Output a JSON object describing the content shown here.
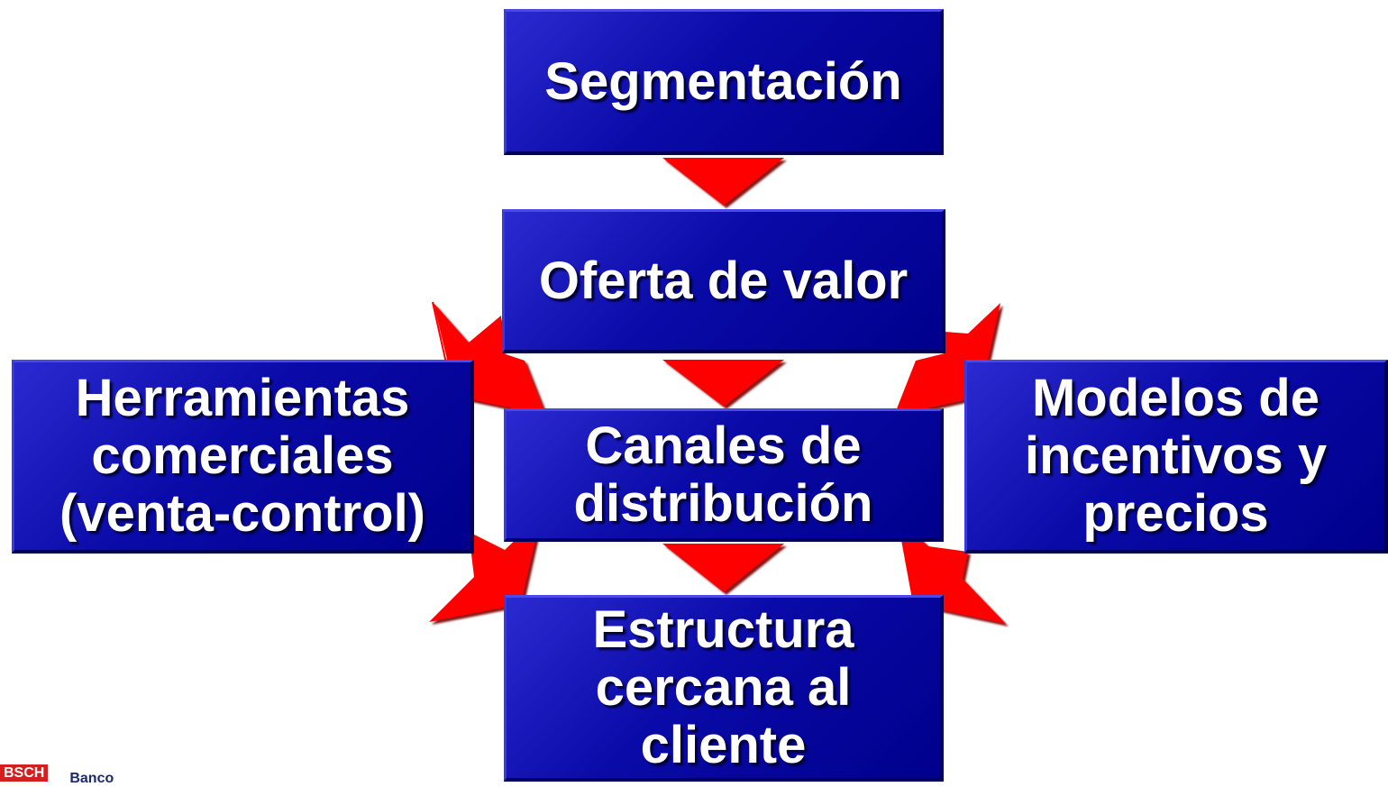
{
  "diagram": {
    "nodes": {
      "segmentacion": "Segmentación",
      "oferta": "Oferta de valor",
      "canales": "Canales de\ndistribución",
      "estructura": "Estructura\ncercana al\ncliente",
      "herramientas": "Herramientas\ncomerciales\n(venta-control)",
      "modelos": "Modelos de\nincentivos y\nprecios"
    },
    "arrow_color": "#ff0000",
    "box_color": "#0a0aa8",
    "text_color": "#ffffff"
  },
  "logo": {
    "mark": "BSCH",
    "text": "Banco"
  }
}
